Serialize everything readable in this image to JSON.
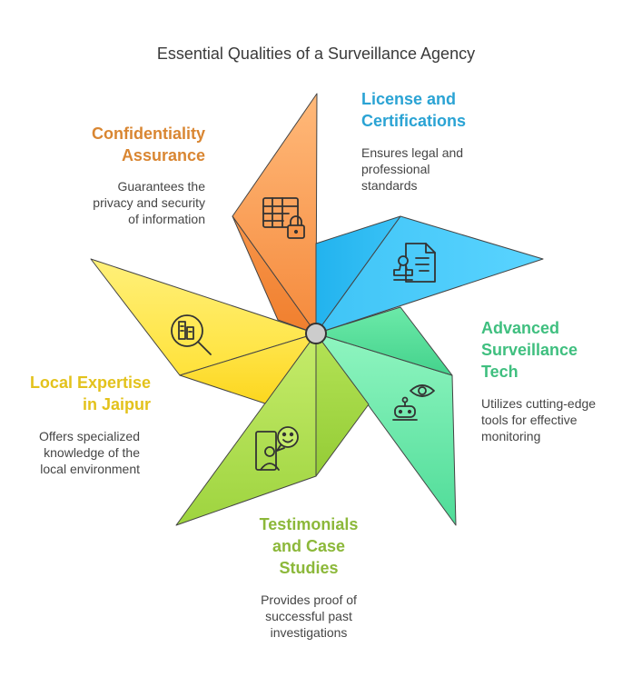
{
  "title": "Essential Qualities of a Surveillance Agency",
  "colors": {
    "orange": "#d98632",
    "blue": "#2aa3d4",
    "green": "#3fbf7f",
    "lime": "#8cb83a",
    "yellow": "#e3c21c",
    "hub": "#c9c9c9",
    "outline": "#333333"
  },
  "items": [
    {
      "heading_lines": [
        "Confidentiality",
        "Assurance"
      ],
      "desc_lines": [
        "Guarantees the",
        "privacy and security",
        "of information"
      ],
      "icon": "spreadsheet-lock-icon"
    },
    {
      "heading_lines": [
        "License and",
        "Certifications"
      ],
      "desc_lines": [
        "Ensures legal and",
        "professional",
        "standards"
      ],
      "icon": "certificate-stamp-icon"
    },
    {
      "heading_lines": [
        "Advanced",
        "Surveillance",
        "Tech"
      ],
      "desc_lines": [
        "Utilizes cutting-edge",
        "tools for effective",
        "monitoring"
      ],
      "icon": "eye-robot-icon"
    },
    {
      "heading_lines": [
        "Testimonials",
        "and Case",
        "Studies"
      ],
      "desc_lines": [
        "Provides proof of",
        "successful past",
        "investigations"
      ],
      "icon": "testimonial-speaker-icon"
    },
    {
      "heading_lines": [
        "Local Expertise",
        "in Jaipur"
      ],
      "desc_lines": [
        "Offers specialized",
        "knowledge of the",
        "local environment"
      ],
      "icon": "city-search-icon"
    }
  ]
}
